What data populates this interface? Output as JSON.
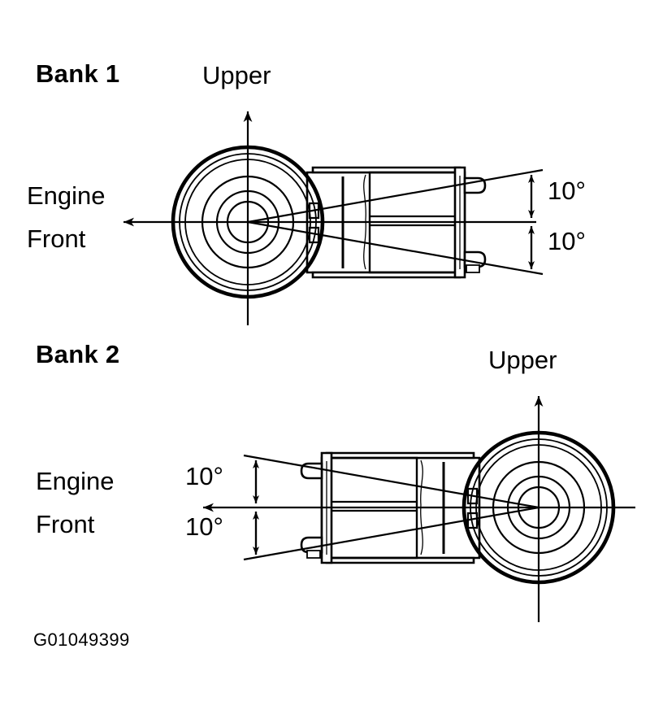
{
  "figure": {
    "id_label": "G01049399",
    "background_color": "#ffffff",
    "line_color": "#000000"
  },
  "bank1": {
    "title": "Bank 1",
    "upper_label": "Upper",
    "engine_front_line1": "Engine",
    "engine_front_line2": "Front",
    "angle_upper": "10°",
    "angle_lower": "10°"
  },
  "bank2": {
    "title": "Bank 2",
    "upper_label": "Upper",
    "engine_front_line1": "Engine",
    "engine_front_line2": "Front",
    "angle_upper": "10°",
    "angle_lower": "10°"
  }
}
